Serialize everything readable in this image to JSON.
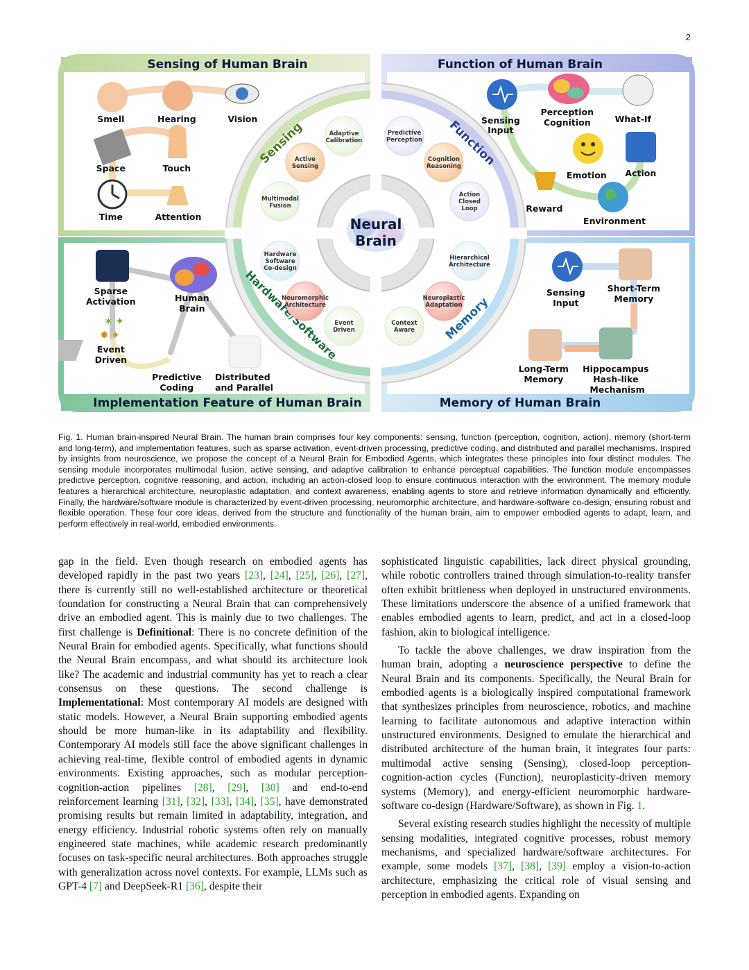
{
  "page_number": "2",
  "figure": {
    "quadrants": {
      "sensing_title": "Sensing of Human Brain",
      "function_title": "Function of Human Brain",
      "implementation_title": "Implementation Feature of Human Brain",
      "memory_title": "Memory of Human Brain"
    },
    "center_label": [
      "Neural",
      "Brain"
    ],
    "ring_labels": {
      "sensing": "Sensing",
      "function": "Function",
      "hardware": "Hardware/Software",
      "memory": "Memory"
    },
    "ring_bubbles": {
      "sensing": [
        [
          "Adaptive",
          "Calibration"
        ],
        [
          "Active",
          "Sensing"
        ],
        [
          "Multimodal",
          "Fusion"
        ]
      ],
      "function": [
        [
          "Predictive",
          "Perception"
        ],
        [
          "Cognition",
          "Reasoning"
        ],
        [
          "Action",
          "Closed",
          "Loop"
        ]
      ],
      "hardware": [
        [
          "Hardware",
          "Software",
          "Co-design"
        ],
        [
          "Neuromorphic",
          "Architecture"
        ],
        [
          "Event",
          "Driven"
        ]
      ],
      "memory": [
        [
          "Hierarchical",
          "Architecture"
        ],
        [
          "Neuroplastic",
          "Adaptation"
        ],
        [
          "Context",
          "Aware"
        ]
      ]
    },
    "sensing_items": [
      "Smell",
      "Hearing",
      "Vision",
      "Space",
      "Touch",
      "Time",
      "Attention"
    ],
    "function_items": [
      [
        "Sensing",
        "Input"
      ],
      [
        "Perception",
        "Cognition"
      ],
      [
        "What-If"
      ],
      [
        "Emotion"
      ],
      [
        "Action"
      ],
      [
        "Reward"
      ],
      [
        "Environment"
      ]
    ],
    "implementation_items": [
      [
        "Sparse",
        "Activation"
      ],
      [
        "Human",
        "Brain"
      ],
      [
        "Event",
        "Driven"
      ],
      [
        "Predictive",
        "Coding"
      ],
      [
        "Distributed",
        "and Parallel"
      ]
    ],
    "memory_items": [
      [
        "Sensing",
        "Input"
      ],
      [
        "Short-Term",
        "Memory"
      ],
      [
        "Long-Term",
        "Memory"
      ],
      [
        "Hippocampus",
        "Hash-like",
        "Mechanism"
      ]
    ],
    "colors": {
      "sensing": "#b9d49a",
      "function": "#a9b3e4",
      "implementation": "#7fc79a",
      "memory": "#9fcbea",
      "ring": "#cfcfcf",
      "title_text": "#0e1b3d"
    }
  },
  "caption": "Fig. 1. Human brain-inspired Neural Brain. The human brain comprises four key components: sensing, function (perception, cognition, action), memory (short-term and long-term), and implementation features, such as sparse activation, event-driven processing, predictive coding, and distributed and parallel mechanisms. Inspired by insights from neuroscience, we propose the concept of a Neural Brain for Embodied Agents, which integrates these principles into four distinct modules. The sensing module incorporates multimodal fusion, active sensing, and adaptive calibration to enhance perceptual capabilities. The function module encompasses predictive perception, cognitive reasoning, and action, including an action-closed loop to ensure continuous interaction with the environment. The memory module features a hierarchical architecture, neuroplastic adaptation, and context awareness, enabling agents to store and retrieve information dynamically and efficiently. Finally, the hardware/software module is characterized by event-driven processing, neuromorphic architecture, and hardware-software co-design, ensuring robust and flexible operation. These four core ideas, derived from the structure and functionality of the human brain, aim to empower embodied agents to adapt, learn, and perform effectively in real-world, embodied environments.",
  "left_column": [
    [
      "gap in the field. Even though research on embodied agents has developed rapidly in the past two years ",
      {
        "ref": "[23]"
      },
      ", ",
      {
        "ref": "[24]"
      },
      ", ",
      {
        "ref": "[25]"
      },
      ", ",
      {
        "ref": "[26]"
      },
      ", ",
      {
        "ref": "[27]"
      },
      ", there is currently still no well-established architecture or theoretical foundation for constructing a Neural Brain that can comprehensively drive an embodied agent. This is mainly due to two challenges. The first challenge is ",
      {
        "bold": "Definitional"
      },
      ": There is no concrete definition of the Neural Brain for embodied agents. Specifically, what functions should the Neural Brain encompass, and what should its architecture look like? The academic and industrial community has yet to reach a clear consensus on these questions. The second challenge is ",
      {
        "bold": "Implementational"
      },
      ": Most contemporary AI models are designed with static models. However, a Neural Brain supporting embodied agents should be more human-like in its adaptability and flexibility. Contemporary AI models still face the above significant challenges in achieving real-time, flexible control of embodied agents in dynamic environments. Existing approaches, such as modular perception-cognition-action pipelines ",
      {
        "ref": "[28]"
      },
      ", ",
      {
        "ref": "[29]"
      },
      ", ",
      {
        "ref": "[30]"
      },
      " and end-to-end reinforcement learning ",
      {
        "ref": "[31]"
      },
      ", ",
      {
        "ref": "[32]"
      },
      ", ",
      {
        "ref": "[33]"
      },
      ", ",
      {
        "ref": "[34]"
      },
      ", ",
      {
        "ref": "[35]"
      },
      ", have demonstrated promising results but remain limited in adaptability, integration, and energy efficiency. Industrial robotic systems often rely on manually engineered state machines, while academic research predominantly focuses on task-specific neural architectures. Both approaches struggle with generalization across novel contexts. For example, LLMs such as GPT-4 ",
      {
        "ref": "[7]"
      },
      " and DeepSeek-R1 ",
      {
        "ref": "[36]"
      },
      ", despite their"
    ]
  ],
  "right_column": [
    [
      "sophisticated linguistic capabilities, lack direct physical grounding, while robotic controllers trained through simulation-to-reality transfer often exhibit brittleness when deployed in unstructured environments. These limitations underscore the absence of a unified framework that enables embodied agents to learn, predict, and act in a closed-loop fashion, akin to biological intelligence."
    ],
    [
      "To tackle the above challenges, we draw inspiration from the human brain, adopting a ",
      {
        "bold": "neuroscience perspective"
      },
      " to define the Neural Brain and its components. Specifically, the Neural Brain for embodied agents is a biologically inspired computational framework that synthesizes principles from neuroscience, robotics, and machine learning to facilitate autonomous and adaptive interaction within unstructured environments. Designed to emulate the hierarchical and distributed architecture of the human brain, it integrates four parts: multimodal active sensing (Sensing), closed-loop perception-cognition-action cycles (Function), neuroplasticity-driven memory systems (Memory), and energy-efficient neuromorphic hardware-software co-design (Hardware/Software), as shown in Fig. ",
      {
        "ref": "1"
      },
      "."
    ],
    [
      "Several existing research studies highlight the necessity of multiple sensing modalities, integrated cognitive processes, robust memory mechanisms, and specialized hardware/software architectures. For example, some models ",
      {
        "ref": "[37]"
      },
      ", ",
      {
        "ref": "[38]"
      },
      ", ",
      {
        "ref": "[39]"
      },
      " employ a vision-to-action architecture, emphasizing the critical role of visual sensing and perception in embodied agents. Expanding on"
    ]
  ]
}
